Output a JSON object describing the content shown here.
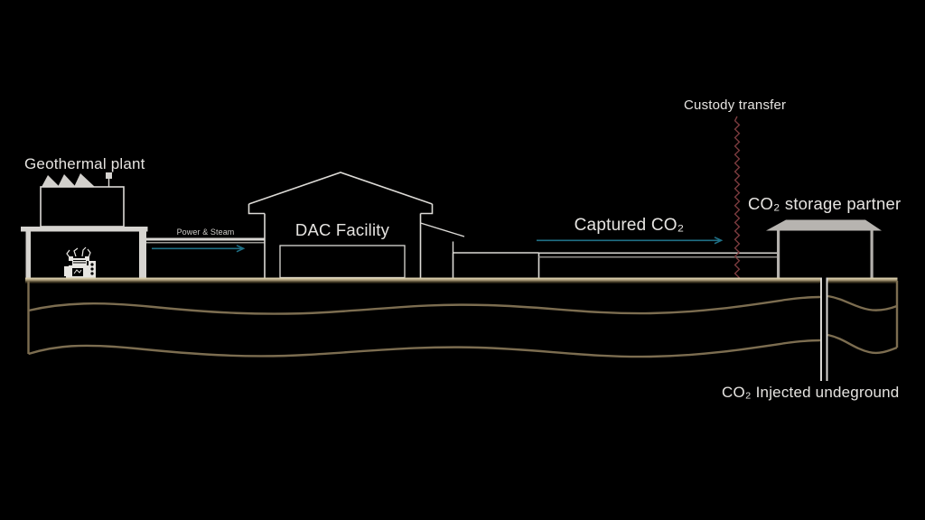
{
  "title": "Direct air capture and CO2 storage process diagram",
  "labels": {
    "geothermal_plant": "Geothermal plant",
    "power_steam": "Power & Steam",
    "dac_facility": "DAC Facility",
    "captured_co2": "Captured CO₂",
    "custody_transfer": "Custody transfer",
    "co2_storage_partner": "CO₂ storage partner",
    "co2_injected_underground": "CO₂ Injected undeground"
  },
  "colors": {
    "background": "#000000",
    "outline_white": "#dcdad6",
    "text": "#e6e4e1",
    "flow_arrow_teal": "#1f7086",
    "custody_line_red": "#7a3b3e",
    "ground_highlight": "#d6caa8",
    "ground_mid": "#9a8c6c",
    "ground_dark": "#403823",
    "strata_tan": "#7c6d50",
    "storage_roof_gray": "#b7b4b0",
    "storage_wall_gray": "#b3b0ac",
    "building_fill": "#d6d4d0"
  },
  "diagram": {
    "type": "process-flow",
    "nodes": [
      {
        "id": "geothermal",
        "label": "Geothermal plant"
      },
      {
        "id": "dac",
        "label": "DAC Facility"
      },
      {
        "id": "storage",
        "label": "CO₂ storage partner"
      },
      {
        "id": "reservoir",
        "label": "underground strata"
      }
    ],
    "flows": [
      {
        "from": "geothermal",
        "to": "dac",
        "label": "Power & Steam",
        "style": "teal-arrow-right"
      },
      {
        "from": "dac",
        "to": "storage",
        "label": "Captured CO₂",
        "style": "teal-arrow-right"
      },
      {
        "boundary": "Custody transfer",
        "style": "red-zigzag-vertical",
        "between": [
          "dac pipeline",
          "storage"
        ]
      },
      {
        "from": "storage",
        "to": "reservoir",
        "label": "CO₂ Injected undeground",
        "style": "injection-well-down"
      }
    ]
  }
}
